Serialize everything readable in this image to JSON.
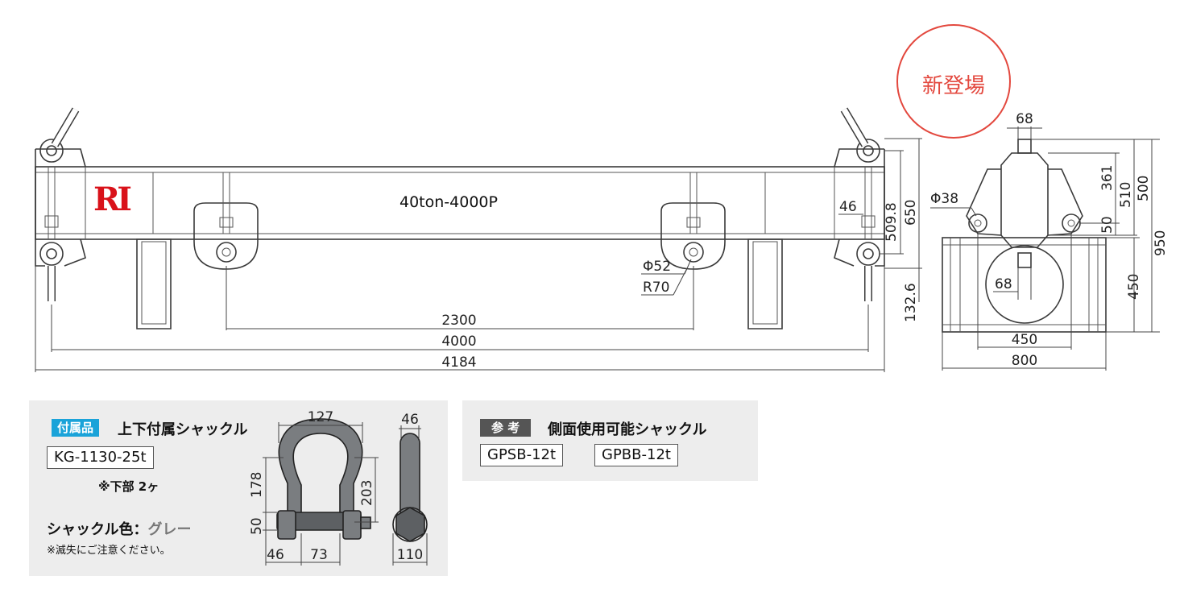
{
  "badge": {
    "label": "新登場",
    "color": "#e3483e"
  },
  "logo": {
    "text": "RI",
    "color": "#d9121a"
  },
  "model": {
    "label": "40ton-4000P"
  },
  "front_view_dims": {
    "d2300": "2300",
    "d4000": "4000",
    "d4184": "4184",
    "d46": "46",
    "d509": "509.8",
    "d650": "650",
    "d132": "132.6",
    "phi52": "Φ52",
    "r70": "R70"
  },
  "side_view_dims": {
    "d68top": "68",
    "d361": "361",
    "d510": "510",
    "d500": "500",
    "d950": "950",
    "phi38": "Φ38",
    "d50": "50",
    "d68mid": "68",
    "d450v": "450",
    "d450h": "450",
    "d800": "800"
  },
  "accessory": {
    "tag": "付属品",
    "tag_color": "#1aa3d9",
    "title": "上下付属シャックル",
    "part_no": "KG-1130-25t",
    "note": "※下部 2ヶ",
    "color_label": "シャックル色：",
    "color_value": "グレー",
    "warning": "※滅失にご注意ください。",
    "dims": {
      "d127": "127",
      "d46r": "46",
      "d178": "178",
      "d203": "203",
      "d50": "50",
      "d46": "46",
      "d73": "73",
      "d110": "110"
    }
  },
  "reference": {
    "tag": "参 考",
    "tag_color": "#555555",
    "title": "側面使用可能シャックル",
    "parts": [
      "GPSB-12t",
      "GPBB-12t"
    ]
  }
}
